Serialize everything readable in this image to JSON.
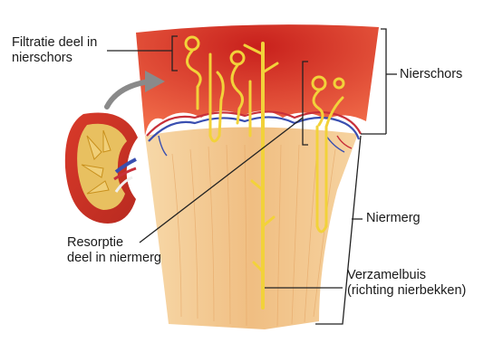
{
  "labels": {
    "filtration": [
      "Filtratie deel in",
      "nierschors"
    ],
    "cortex": "Nierschors",
    "resorption": [
      "Resorptie",
      "deel in niermerg"
    ],
    "medulla": "Niermerg",
    "collecting_duct": [
      "Verzamelbuis",
      "(richting nierbekken)"
    ]
  },
  "colors": {
    "cortex": "#e23a2a",
    "medulla": "#f3c88c",
    "tubule": "#f2d23a",
    "artery": "#c8303a",
    "vein": "#3a4fb0",
    "leader": "#222222"
  }
}
